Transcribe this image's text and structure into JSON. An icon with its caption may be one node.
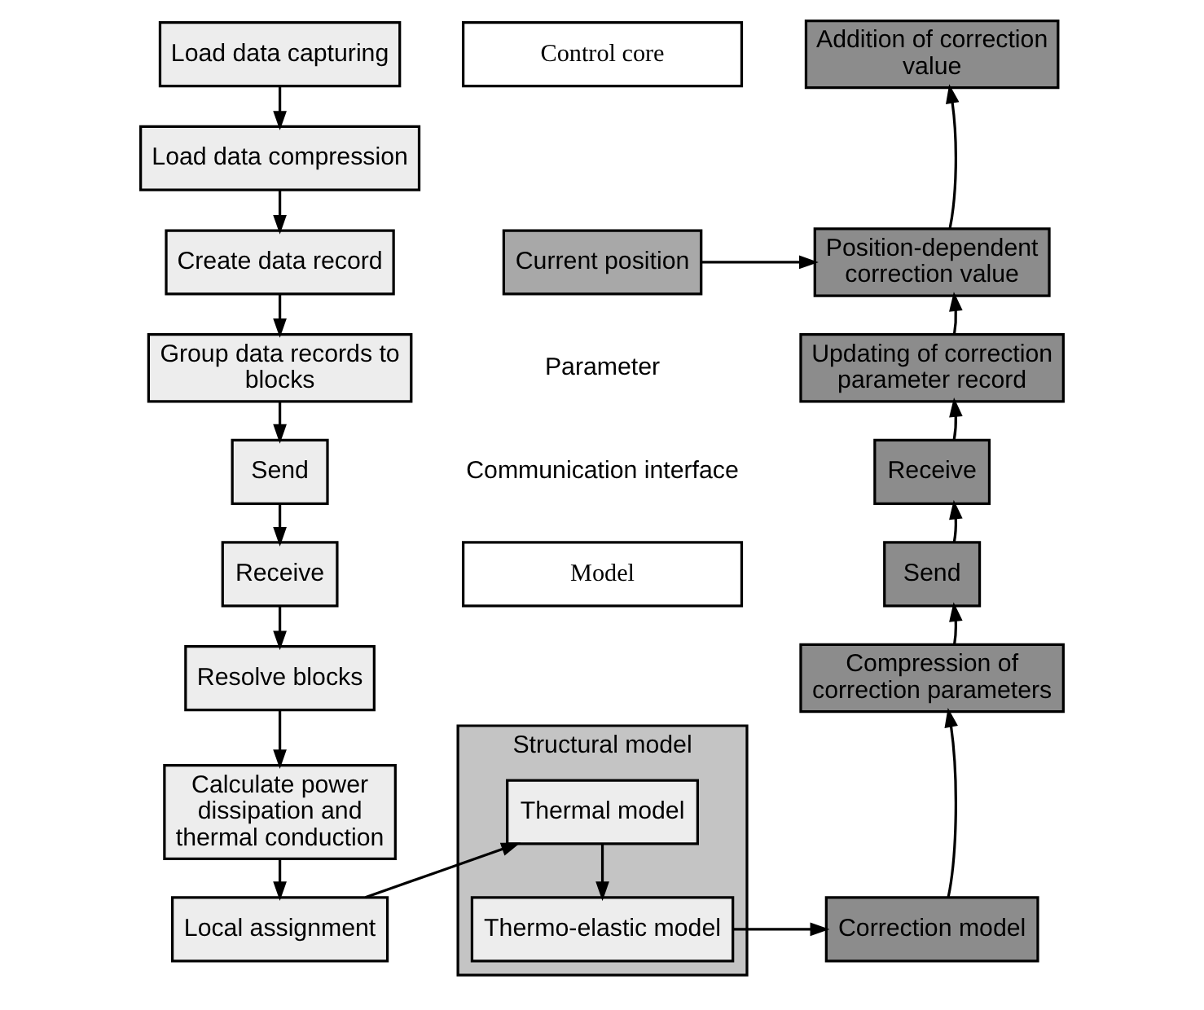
{
  "diagram": {
    "nodes": [
      {
        "text": [
          "Load data capturing"
        ]
      },
      {
        "text": [
          "Load data compression"
        ]
      },
      {
        "text": [
          "Create data record"
        ]
      },
      {
        "text": [
          "Group data records to blocks"
        ]
      },
      {
        "text": [
          "Send"
        ]
      },
      {
        "text": [
          "Receive"
        ]
      },
      {
        "text": [
          "Resolve blocks"
        ]
      },
      {
        "text": [
          "Calculate power dissipation and thermal conduction"
        ]
      },
      {
        "text": [
          "Local assignment"
        ]
      },
      {
        "text": [
          "Control core"
        ]
      },
      {
        "text": [
          "Current position"
        ]
      },
      {
        "text": [
          "Model"
        ]
      },
      {
        "text": [
          "Structural model"
        ]
      },
      {
        "text": [
          "Thermal model"
        ],
        "in": 12
      },
      {
        "text": [
          "Thermo-elastic model"
        ],
        "in": 12
      },
      {
        "text": [
          "Addition of correction value"
        ]
      },
      {
        "text": [
          "Position-dependent correction value"
        ]
      },
      {
        "text": [
          "Updating of correction parameter record"
        ]
      },
      {
        "text": [
          "Receive"
        ]
      },
      {
        "text": [
          "Send"
        ]
      },
      {
        "text": [
          "Compression of correction parameters"
        ]
      },
      {
        "text": [
          "Correction model"
        ]
      }
    ],
    "edges": [
      {
        "from": 0,
        "to": 1,
        "arrow": "to"
      },
      {
        "from": 1,
        "to": 2,
        "arrow": "to"
      },
      {
        "from": 2,
        "to": 3,
        "arrow": "to"
      },
      {
        "from": 3,
        "to": 4,
        "arrow": "to"
      },
      {
        "from": 4,
        "to": 5,
        "arrow": "to"
      },
      {
        "from": 5,
        "to": 6,
        "arrow": "to"
      },
      {
        "from": 6,
        "to": 7,
        "arrow": "to"
      },
      {
        "from": 7,
        "to": 8,
        "arrow": "to"
      },
      {
        "from": 8,
        "to": 13,
        "arrow": "to"
      },
      {
        "from": 13,
        "to": 14,
        "arrow": "to"
      },
      {
        "from": 14,
        "to": 21,
        "arrow": "to"
      },
      {
        "from": 21,
        "to": 20,
        "arrow": "to"
      },
      {
        "from": 20,
        "to": 19,
        "arrow": "to"
      },
      {
        "from": 19,
        "to": 18,
        "arrow": "to"
      },
      {
        "from": 18,
        "to": 17,
        "arrow": "to"
      },
      {
        "from": 17,
        "to": 16,
        "arrow": "to"
      },
      {
        "from": 16,
        "to": 15,
        "arrow": "to"
      },
      {
        "from": 10,
        "to": 16,
        "arrow": "to"
      }
    ],
    "labels": [
      "Parameter",
      "Communication interface"
    ]
  }
}
